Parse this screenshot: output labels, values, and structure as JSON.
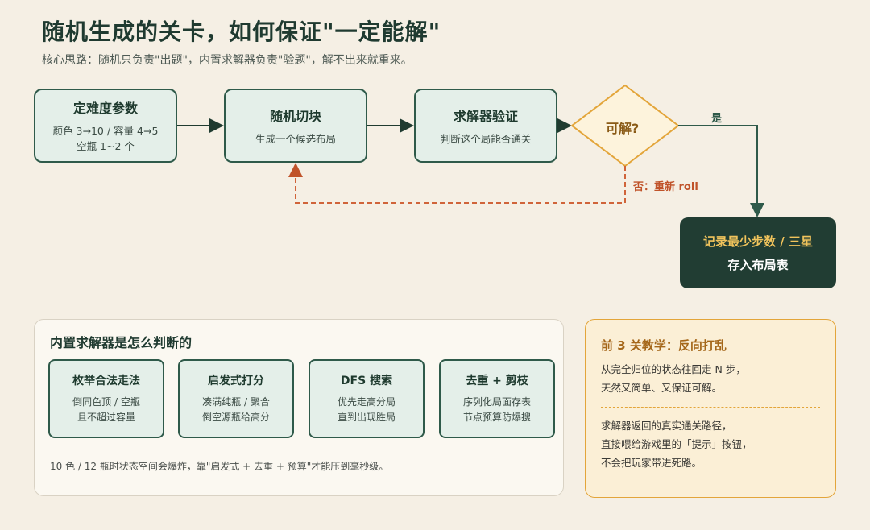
{
  "header": {
    "title": "随机生成的关卡，如何保证\"一定能解\"",
    "subtitle": "核心思路：随机只负责\"出题\"，内置求解器负责\"验题\"，解不出来就重来。"
  },
  "flow": {
    "step1": {
      "title": "定难度参数",
      "line1": "颜色 3→10 / 容量 4→5",
      "line2": "空瓶 1~2 个"
    },
    "step2": {
      "title": "随机切块",
      "line1": "生成一个候选布局"
    },
    "step3": {
      "title": "求解器验证",
      "line1": "判断这个局能否通关"
    },
    "decision": "可解?",
    "yes": "是",
    "no": "否：重新 roll",
    "result": {
      "line1": "记录最少步数 / 三星",
      "line2": "存入布局表"
    }
  },
  "solver_panel": {
    "title": "内置求解器是怎么判断的",
    "steps": [
      {
        "title": "枚举合法走法",
        "line1": "倒同色顶 / 空瓶",
        "line2": "且不超过容量"
      },
      {
        "title": "启发式打分",
        "line1": "凑满纯瓶 / 聚合",
        "line2": "倒空源瓶给高分"
      },
      {
        "title": "DFS 搜索",
        "line1": "优先走高分局",
        "line2": "直到出现胜局"
      },
      {
        "title": "去重 + 剪枝",
        "line1": "序列化局面存表",
        "line2": "节点预算防爆搜"
      }
    ],
    "note": "10 色 / 12 瓶时状态空间会爆炸，靠\"启发式 + 去重 + 预算\"才能压到毫秒级。"
  },
  "tutorial_panel": {
    "title": "前 3 关教学：反向打乱",
    "p1_line1": "从完全归位的状态往回走 N 步，",
    "p1_line2": "天然又简单、又保证可解。",
    "p2_line1": "求解器返回的真实通关路径，",
    "p2_line2": "直接喂给游戏里的「提示」按钮，",
    "p2_line3": "不会把玩家带进死路。"
  },
  "colors": {
    "dark_green": "#2f5a4a",
    "box_fill": "#e4efe9",
    "amber": "#e3a53a",
    "retry_orange": "#c0532a",
    "result_fill": "#213d33"
  }
}
